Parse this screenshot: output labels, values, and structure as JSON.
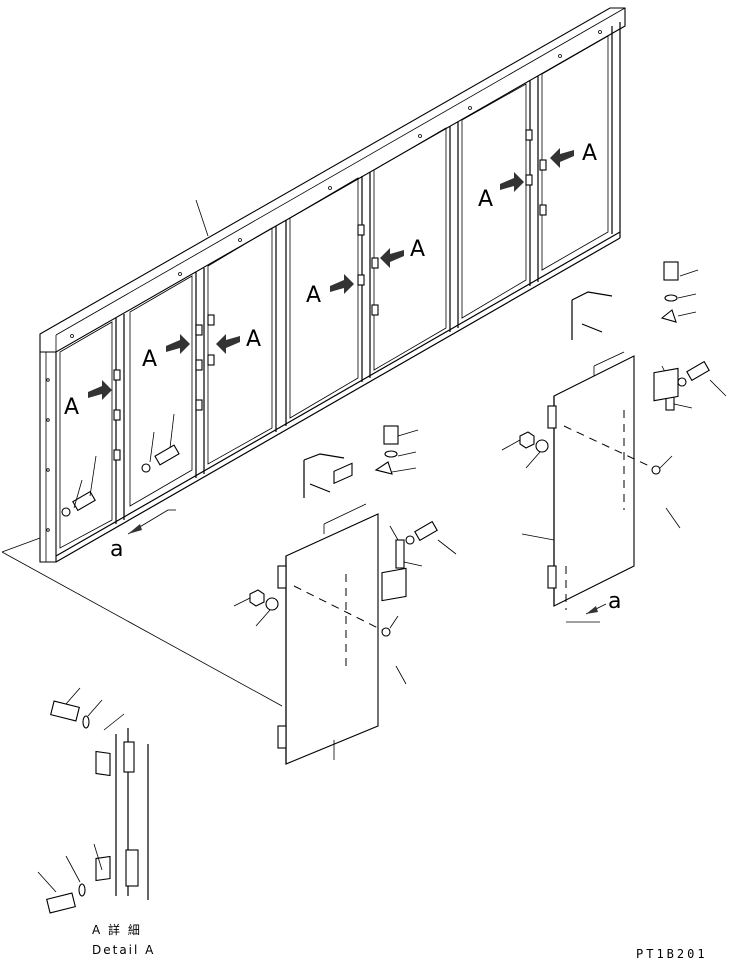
{
  "labels": {
    "view_mark": "A",
    "arrow_ref": "a",
    "detail_jp": "A 詳 細",
    "detail_en": "Detail A",
    "drawing_code": "PT1B201"
  }
}
